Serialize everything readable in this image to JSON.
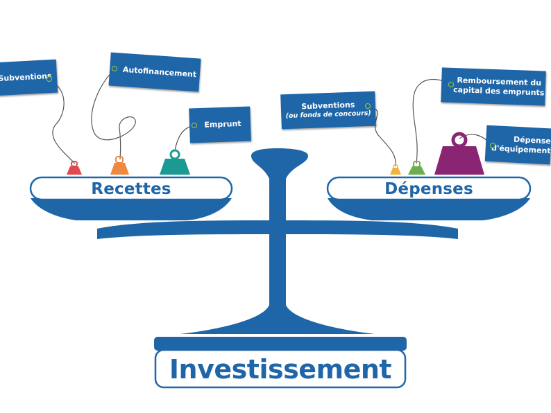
{
  "title": "Investissement",
  "pans": {
    "left": "Recettes",
    "right": "Dépenses"
  },
  "tags": {
    "subventions_left": "Subventions",
    "autofinancement": "Autofinancement",
    "emprunt": "Emprunt",
    "subventions_right": "Subventions",
    "subventions_right_sub": "(ou fonds de concours)",
    "remboursement_line1": "Remboursement du",
    "remboursement_line2": "capital des emprunts",
    "depenses_line1": "Dépenses",
    "depenses_line2": "d'équipement"
  },
  "colors": {
    "blue": "#1F66A8",
    "weight_red": "#E04A4F",
    "weight_orange": "#EE8A3F",
    "weight_teal": "#1B9A94",
    "weight_yellow": "#F0B43C",
    "weight_green": "#6DAE4F",
    "weight_purple": "#8A2574",
    "hole_green": "#9CCB3A"
  }
}
